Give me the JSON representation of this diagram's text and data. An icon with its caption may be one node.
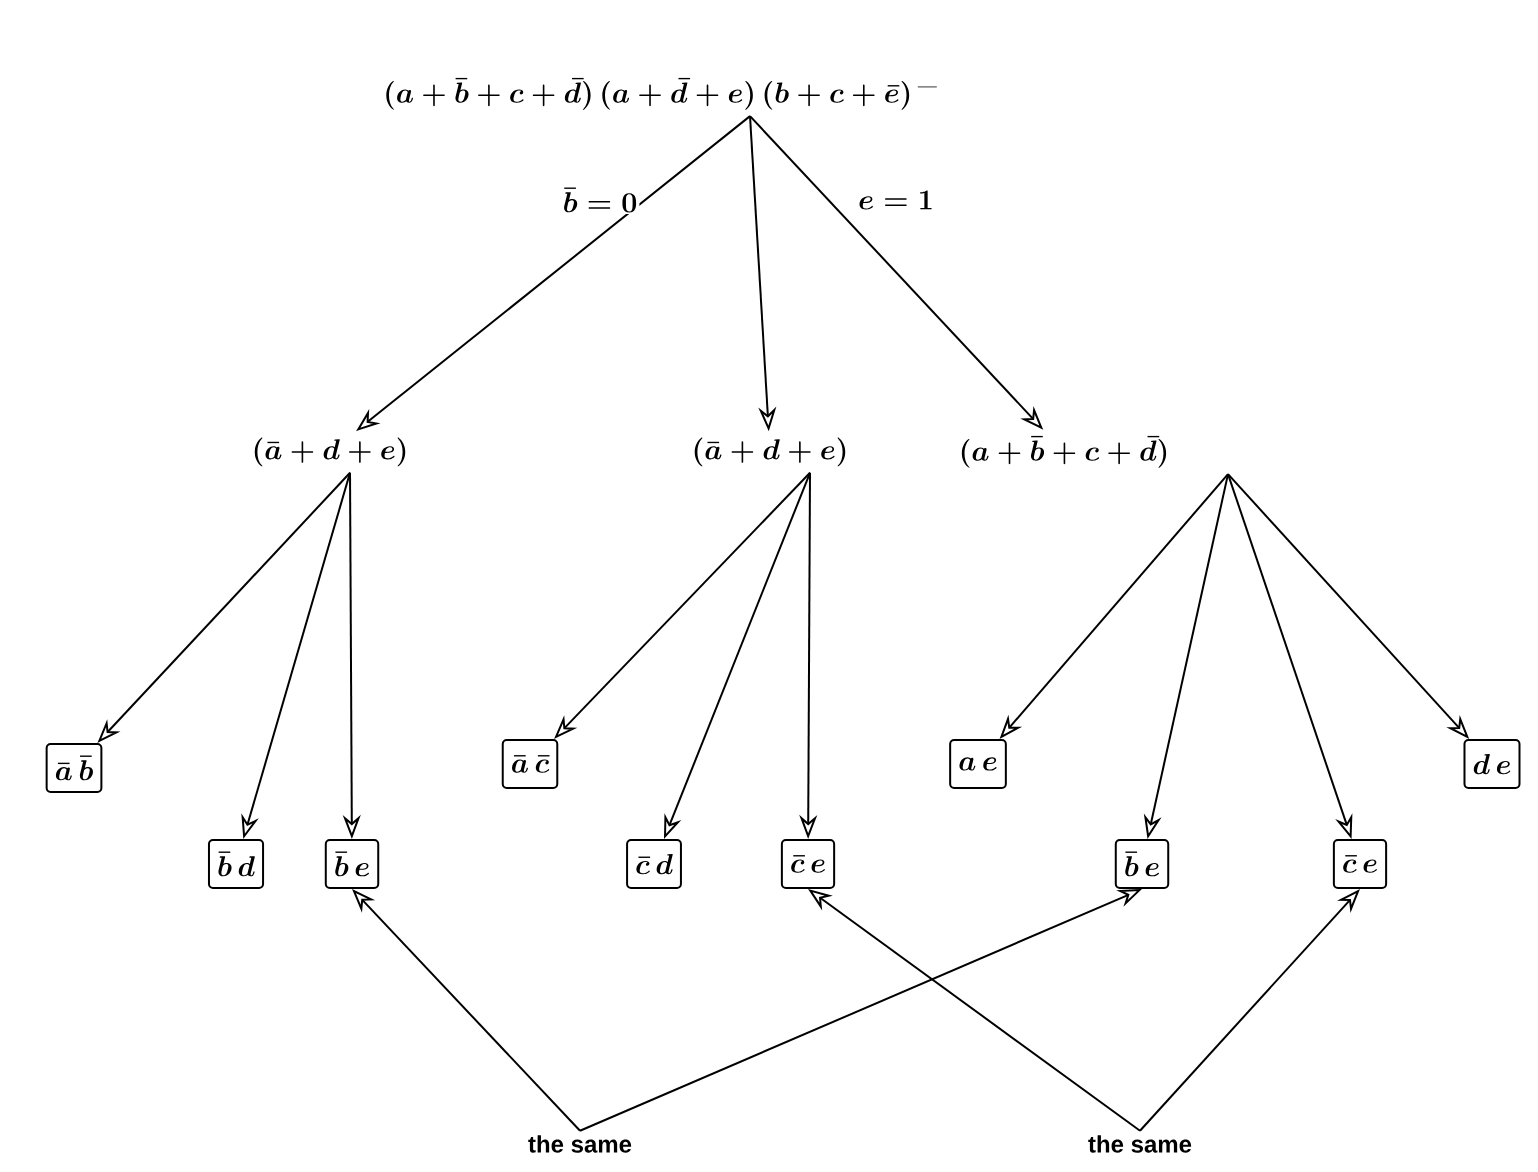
{
  "diagram": {
    "nodes": [
      {
        "text": [
          "(a + \\bar{b} + c + \\bar{d})\\,(a + \\bar{d} + e)\\,(b + c + \\bar{e})\\,\\overline{\\phantom{x}}"
        ]
      },
      {
        "text": [
          "(\\bar{a} + d + e)"
        ]
      },
      {
        "text": [
          "(\\bar{a} + d + e)"
        ]
      },
      {
        "text": [
          "(a + \\bar{b} + c + \\bar{d})"
        ]
      },
      {
        "text": [
          "\\bar{a}\\,\\bar{b}"
        ]
      },
      {
        "text": [
          "\\bar{b}\\,d"
        ]
      },
      {
        "text": [
          "\\bar{b}\\,e"
        ]
      },
      {
        "text": [
          "\\bar{a}\\,\\bar{c}"
        ]
      },
      {
        "text": [
          "\\bar{c}\\,d"
        ]
      },
      {
        "text": [
          "\\bar{c}\\,e"
        ]
      },
      {
        "text": [
          "a\\,e"
        ]
      },
      {
        "text": [
          "\\bar{b}\\,e"
        ]
      },
      {
        "text": [
          "\\bar{c}\\,e"
        ]
      },
      {
        "text": [
          "d\\,e"
        ]
      },
      {
        "text": [
          "the same"
        ]
      },
      {
        "text": [
          "the same"
        ]
      }
    ],
    "edges": [
      {
        "from": 0,
        "to": 1,
        "arrow": "to",
        "label": "\\bar{b} = 0"
      },
      {
        "from": 0,
        "to": 2,
        "arrow": "to"
      },
      {
        "from": 0,
        "to": 3,
        "arrow": "to",
        "label": "e = 1"
      },
      {
        "from": 1,
        "to": 4,
        "arrow": "to"
      },
      {
        "from": 1,
        "to": 5,
        "arrow": "to"
      },
      {
        "from": 1,
        "to": 6,
        "arrow": "to"
      },
      {
        "from": 2,
        "to": 7,
        "arrow": "to"
      },
      {
        "from": 2,
        "to": 8,
        "arrow": "to"
      },
      {
        "from": 2,
        "to": 9,
        "arrow": "to"
      },
      {
        "from": 3,
        "to": 10,
        "arrow": "to"
      },
      {
        "from": 3,
        "to": 11,
        "arrow": "to"
      },
      {
        "from": 3,
        "to": 12,
        "arrow": "to"
      },
      {
        "from": 3,
        "to": 13,
        "arrow": "to"
      },
      {
        "from": 14,
        "to": 6,
        "arrow": "to"
      },
      {
        "from": 14,
        "to": 11,
        "arrow": "to"
      },
      {
        "from": 15,
        "to": 9,
        "arrow": "to"
      },
      {
        "from": 15,
        "to": 12,
        "arrow": "to"
      }
    ]
  }
}
